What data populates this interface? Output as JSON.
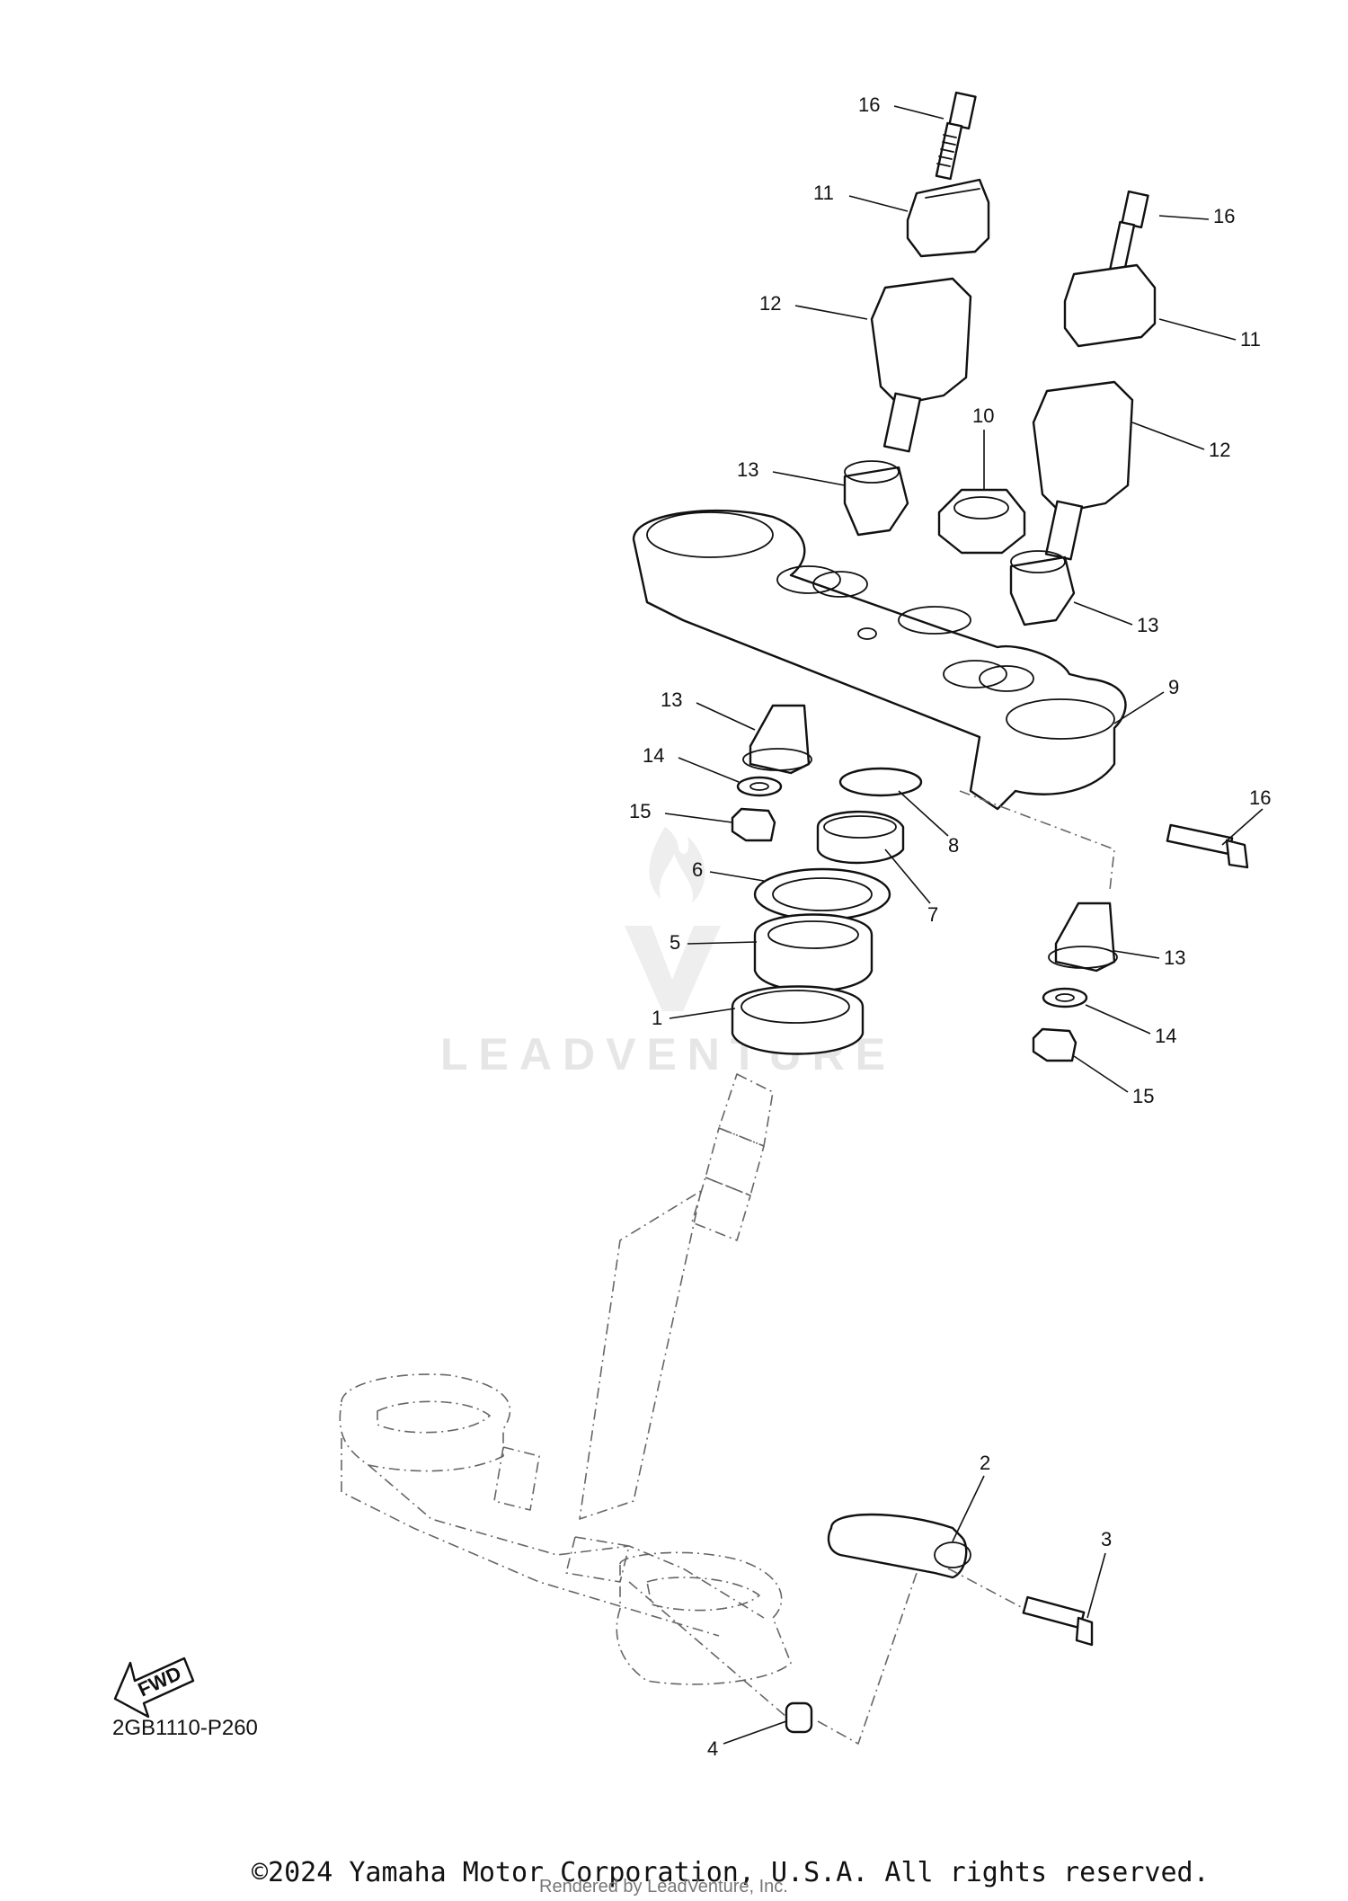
{
  "callouts": [
    {
      "label": "16"
    },
    {
      "label": "11"
    },
    {
      "label": "16"
    },
    {
      "label": "12"
    },
    {
      "label": "11"
    },
    {
      "label": "10"
    },
    {
      "label": "12"
    },
    {
      "label": "13"
    },
    {
      "label": "13"
    },
    {
      "label": "9"
    },
    {
      "label": "13"
    },
    {
      "label": "14"
    },
    {
      "label": "16"
    },
    {
      "label": "15"
    },
    {
      "label": "8"
    },
    {
      "label": "6"
    },
    {
      "label": "7"
    },
    {
      "label": "5"
    },
    {
      "label": "13"
    },
    {
      "label": "1"
    },
    {
      "label": "14"
    },
    {
      "label": "15"
    },
    {
      "label": "2"
    },
    {
      "label": "3"
    },
    {
      "label": "4"
    }
  ],
  "diagram_code": "2GB1110-P260",
  "fwd_label": "FWD",
  "watermark": "LEADVENTURE",
  "copyright": "©2024 Yamaha Motor Corporation, U.S.A. All rights reserved.",
  "rendered_by": "Rendered by LeadVenture, Inc."
}
